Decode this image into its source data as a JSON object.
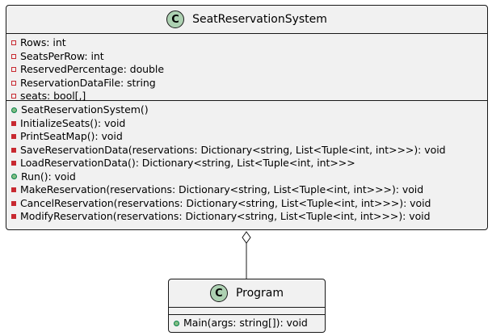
{
  "classes": {
    "seat_reservation_system": {
      "badge": "C",
      "name": "SeatReservationSystem",
      "fields": [
        {
          "visibility": "private",
          "text": "Rows: int"
        },
        {
          "visibility": "private",
          "text": "SeatsPerRow: int"
        },
        {
          "visibility": "private",
          "text": "ReservedPercentage: double"
        },
        {
          "visibility": "private",
          "text": "ReservationDataFile: string"
        },
        {
          "visibility": "private",
          "text": "seats: bool[,]"
        }
      ],
      "methods": [
        {
          "visibility": "public",
          "text": "SeatReservationSystem()"
        },
        {
          "visibility": "private",
          "text": "InitializeSeats(): void"
        },
        {
          "visibility": "private",
          "text": "PrintSeatMap(): void"
        },
        {
          "visibility": "private",
          "text": "SaveReservationData(reservations: Dictionary<string, List<Tuple<int, int>>>): void"
        },
        {
          "visibility": "private",
          "text": "LoadReservationData(): Dictionary<string, List<Tuple<int, int>>>"
        },
        {
          "visibility": "public",
          "text": "Run(): void"
        },
        {
          "visibility": "private",
          "text": "MakeReservation(reservations: Dictionary<string, List<Tuple<int, int>>>): void"
        },
        {
          "visibility": "private",
          "text": "CancelReservation(reservations: Dictionary<string, List<Tuple<int, int>>>): void"
        },
        {
          "visibility": "private",
          "text": "ModifyReservation(reservations: Dictionary<string, List<Tuple<int, int>>>): void"
        }
      ]
    },
    "program": {
      "badge": "C",
      "name": "Program",
      "fields": [],
      "methods": [
        {
          "visibility": "public",
          "text": "Main(args: string[]): void"
        }
      ]
    }
  },
  "relationship": {
    "type": "aggregation",
    "from": "SeatReservationSystem",
    "to": "Program"
  },
  "colors": {
    "class_fill": "#f1f1f1",
    "border": "#181818",
    "badge_fill": "#add1b2",
    "private_marker": "#c82930",
    "public_marker": "#84be84"
  }
}
